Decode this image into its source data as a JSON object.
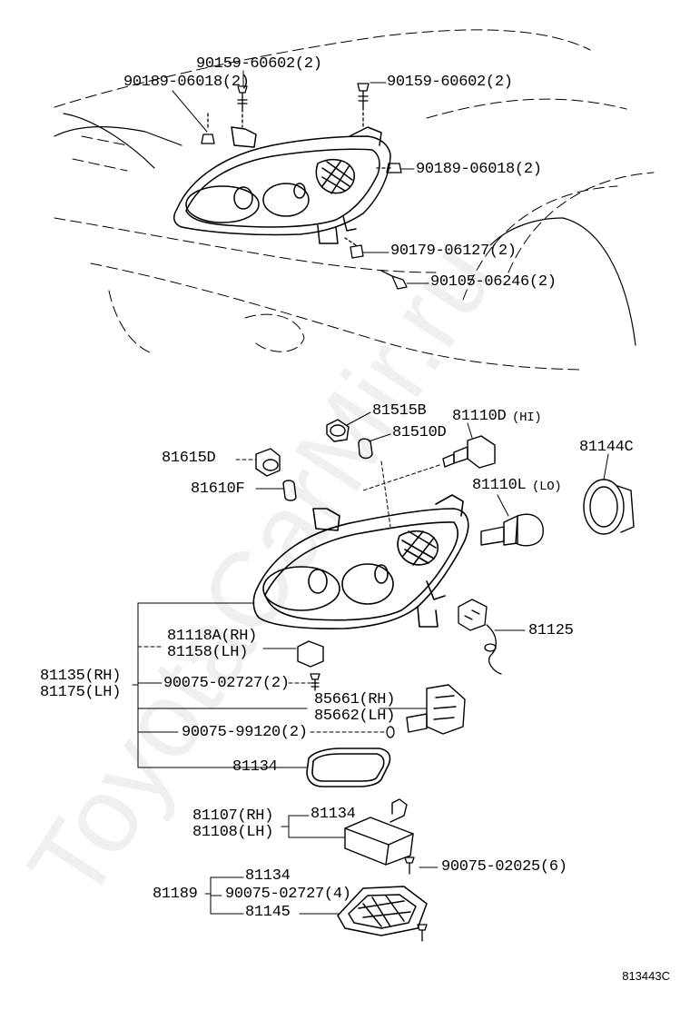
{
  "watermark": "ToyotaCarMir.ru",
  "diagram_code": "813443C",
  "labels": {
    "p_90159_60602_a": "90159-60602(2)",
    "p_90189_06018_a": "90189-06018(2)",
    "p_90159_60602_b": "90159-60602(2)",
    "p_90189_06018_b": "90189-06018(2)",
    "p_90179_06127": "90179-06127(2)",
    "p_90105_06246": "90105-06246(2)",
    "p_81515B": "81515B",
    "p_81510D": "81510D",
    "p_81110D": "81110D",
    "p_81110D_note": "(HI)",
    "p_81615D": "81615D",
    "p_81144C": "81144C",
    "p_81110L": "81110L",
    "p_81110L_note": "(LO)",
    "p_81610F": "81610F",
    "p_81125": "81125",
    "p_81118A": "81118A(RH)",
    "p_81158": "81158(LH)",
    "p_81135": "81135(RH)",
    "p_81175": "81175(LH)",
    "p_90075_02727_a": "90075-02727(2)",
    "p_85661": "85661(RH)",
    "p_85662": "85662(LH)",
    "p_90075_99120": "90075-99120(2)",
    "p_81134_a": "81134",
    "p_81107": "81107(RH)",
    "p_81108": "81108(LH)",
    "p_81134_b": "81134",
    "p_90075_02025": "90075-02025(6)",
    "p_81134_c": "81134",
    "p_81189": "81189",
    "p_90075_02727_b": "90075-02727(4)",
    "p_81145": "81145"
  }
}
